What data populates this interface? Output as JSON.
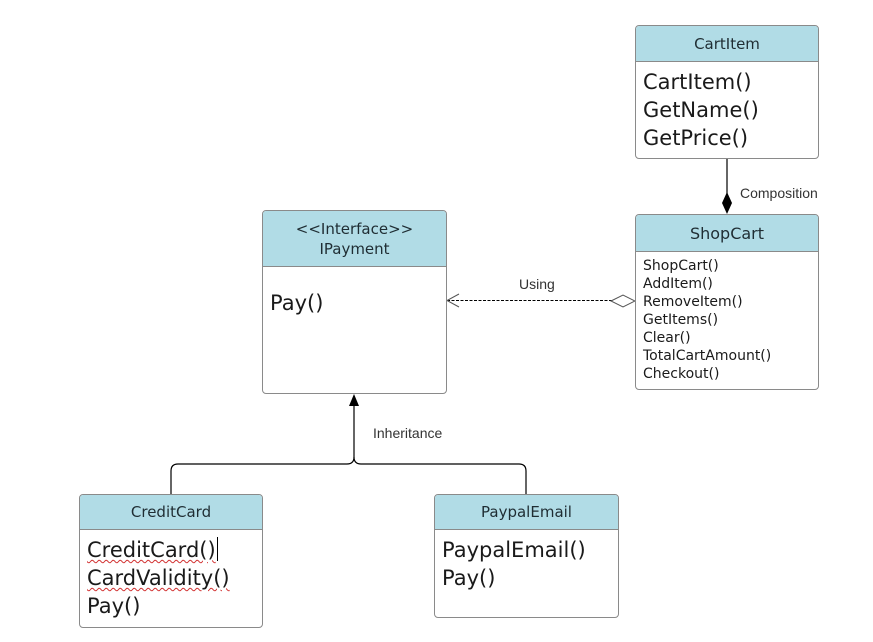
{
  "classes": {
    "cartitem": {
      "title": "CartItem",
      "methods": [
        "CartItem()",
        "GetName()",
        "GetPrice()"
      ]
    },
    "shopcart": {
      "title": "ShopCart",
      "methods": [
        "ShopCart()",
        "AddItem()",
        "RemoveItem()",
        "GetItems()",
        "Clear()",
        "TotalCartAmount()",
        "Checkout()"
      ]
    },
    "ipayment": {
      "stereotype": "<<Interface>>",
      "title": "IPayment",
      "methods": [
        "Pay()"
      ]
    },
    "creditcard": {
      "title": "CreditCard",
      "methods": [
        "CreditCard()",
        "CardValidity()",
        "Pay()"
      ]
    },
    "paypalemail": {
      "title": "PaypalEmail",
      "methods": [
        "PaypalEmail()",
        "Pay()"
      ]
    }
  },
  "relations": {
    "composition": "Composition",
    "using": "Using",
    "inheritance": "Inheritance"
  },
  "colors": {
    "header_fill": "#b1dce6",
    "border": "#8a8a8a",
    "spellcheck_underline": "#d12f2f"
  }
}
